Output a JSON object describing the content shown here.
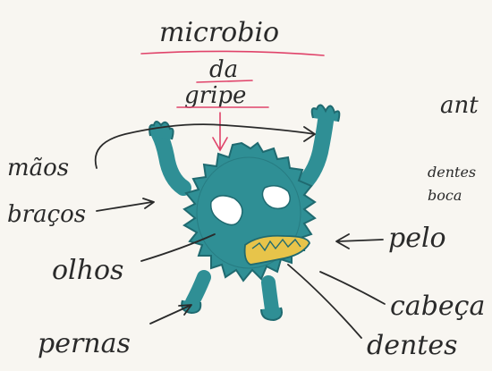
{
  "title": {
    "line1": "microbio",
    "line2": "da",
    "line3": "gripe"
  },
  "labels": {
    "maos": "mãos",
    "bracos": "braços",
    "olhos": "olhos",
    "pernas": "pernas",
    "pelo": "pelo",
    "cabeca": "cabeça",
    "dentes": "dentes",
    "antenas": "ant",
    "dentes_boca_1": "dentes",
    "dentes_boca_2": "boca"
  },
  "colors": {
    "body": "#2f8f95",
    "body_dark": "#1f6a70",
    "eye_white": "#ffffff",
    "mouth": "#e7c44a",
    "ink": "#2a2a2a",
    "underline_red": "#e0436a"
  }
}
